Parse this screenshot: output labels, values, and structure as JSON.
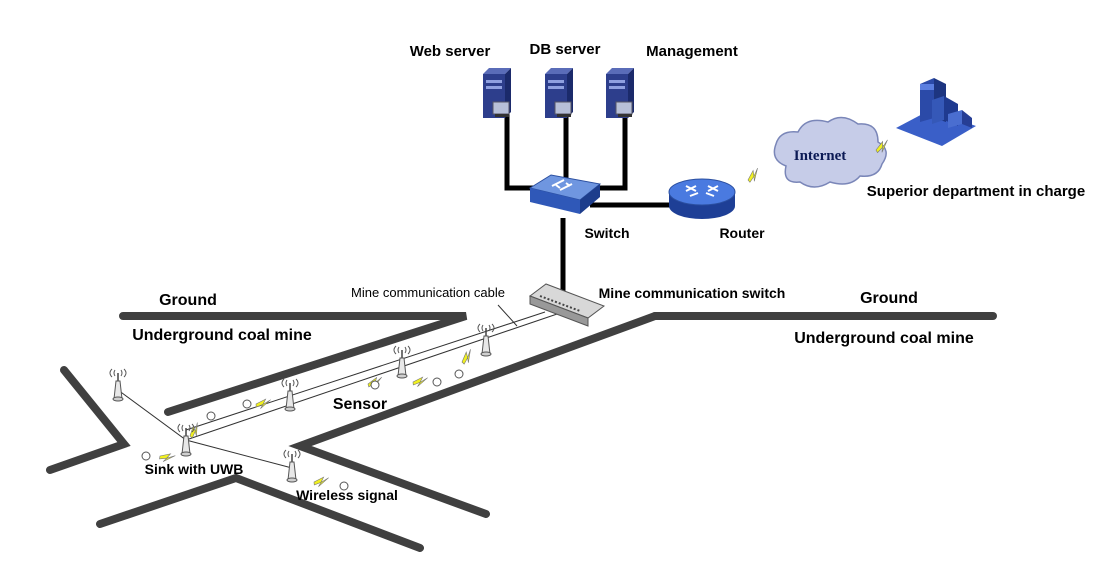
{
  "labels": {
    "web_server": "Web server",
    "db_server": "DB server",
    "management": "Management",
    "internet": "Internet",
    "superior": "Superior department in charge",
    "switch": "Switch",
    "router": "Router",
    "mine_cable": "Mine communication cable",
    "mine_switch": "Mine communication switch",
    "ground_left": "Ground",
    "ground_right": "Ground",
    "underground_left": "Underground coal mine",
    "underground_right": "Underground coal mine",
    "sensor": "Sensor",
    "sink": "Sink with UWB",
    "wireless": "Wireless signal"
  },
  "colors": {
    "server_blue": "#2d3e8c",
    "device_blue": "#3569c8",
    "tunnel": "#404040",
    "lightning": "#e8e81a",
    "cloud": "#c6cce8"
  },
  "icons": [
    "server-icon",
    "switch-icon",
    "router-icon",
    "cloud-icon",
    "building-icon",
    "antenna-icon",
    "sensor-node-icon",
    "lightning-icon"
  ]
}
